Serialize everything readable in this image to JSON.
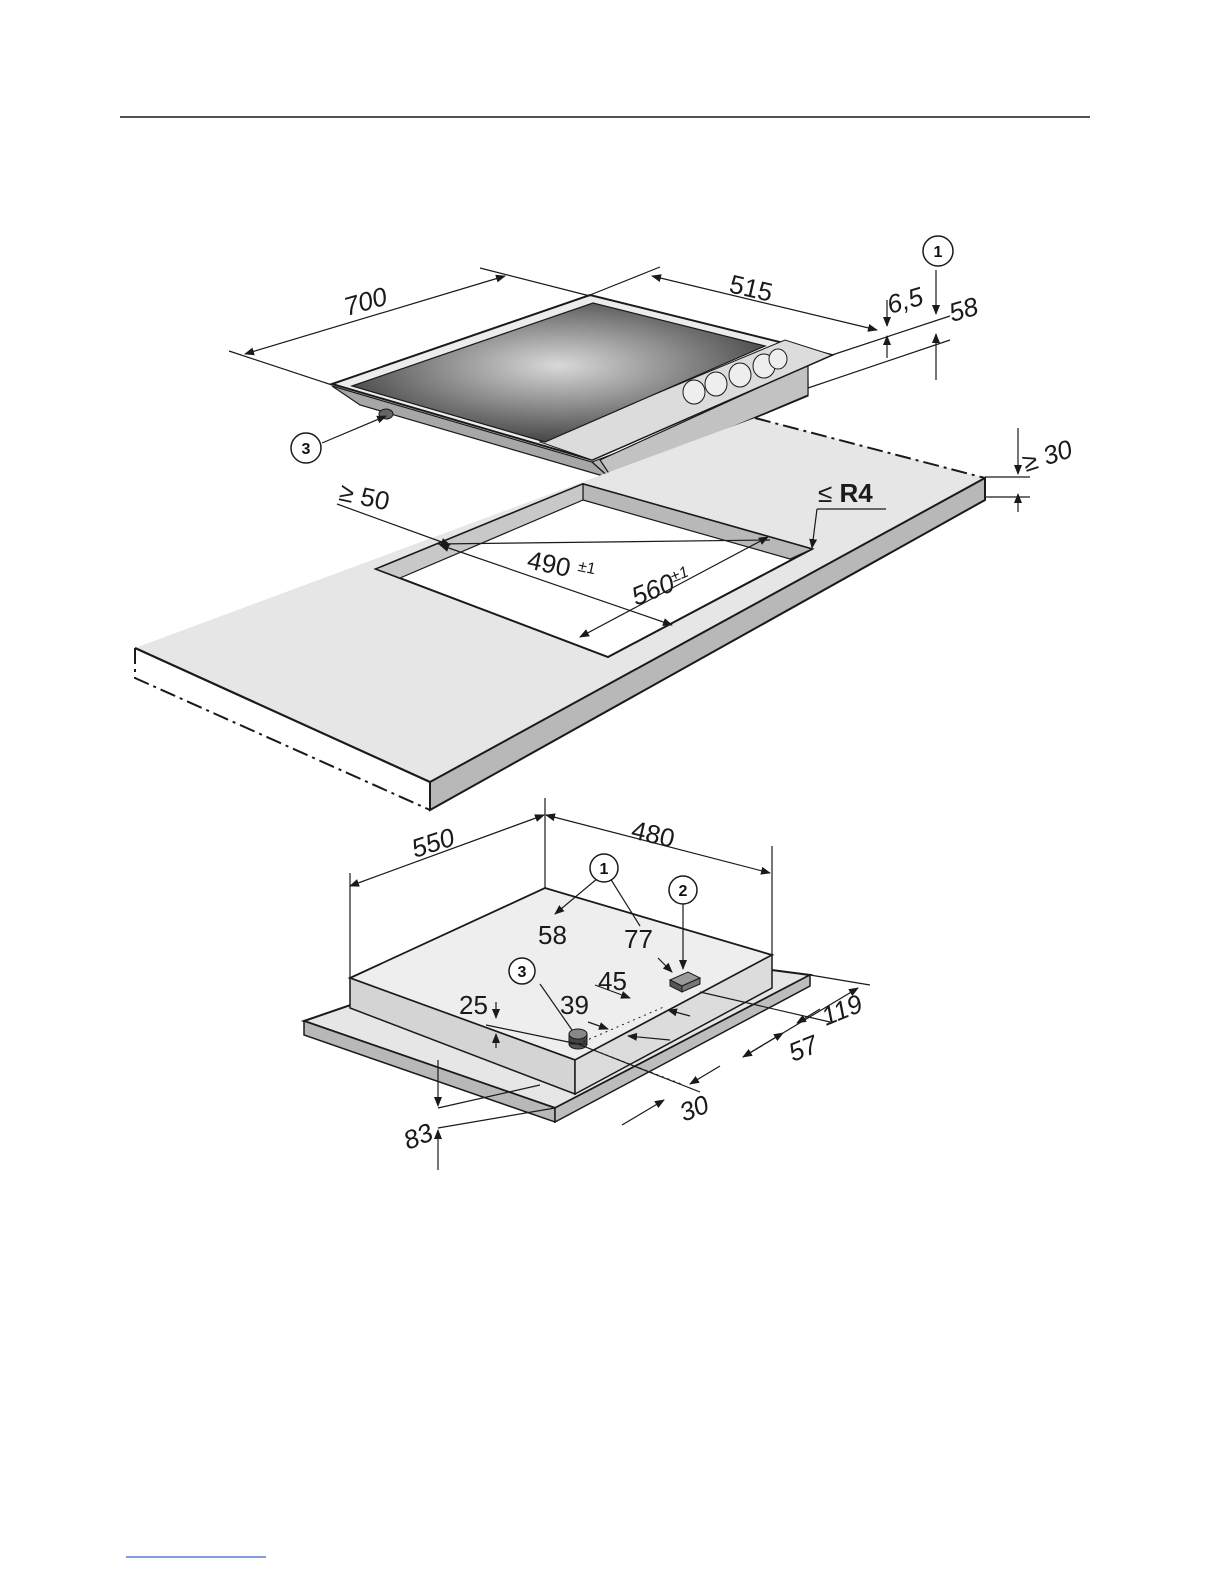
{
  "hob_dimensions": {
    "width": "700",
    "depth": "515",
    "rim_height": "6,5",
    "overall_height": "58"
  },
  "cutout": {
    "min_margin_symbol": "≥",
    "min_margin": "50",
    "depth": "490",
    "depth_tol": "±1",
    "width": "560",
    "width_tol": "±1",
    "radius_symbol": "≤",
    "radius": "R4",
    "worktop_symbol": "≥",
    "worktop_thickness": "30"
  },
  "underside": {
    "width": "550",
    "depth": "480",
    "d58": "58",
    "d77": "77",
    "d45": "45",
    "d25": "25",
    "d39": "39",
    "d119": "119",
    "d57": "57",
    "d30": "30",
    "d83": "83"
  },
  "callouts": [
    "1",
    "2",
    "3"
  ],
  "colors": {
    "line": "#1a1a1a",
    "surface": "#e6e6e6",
    "side": "#b8b8b8"
  }
}
